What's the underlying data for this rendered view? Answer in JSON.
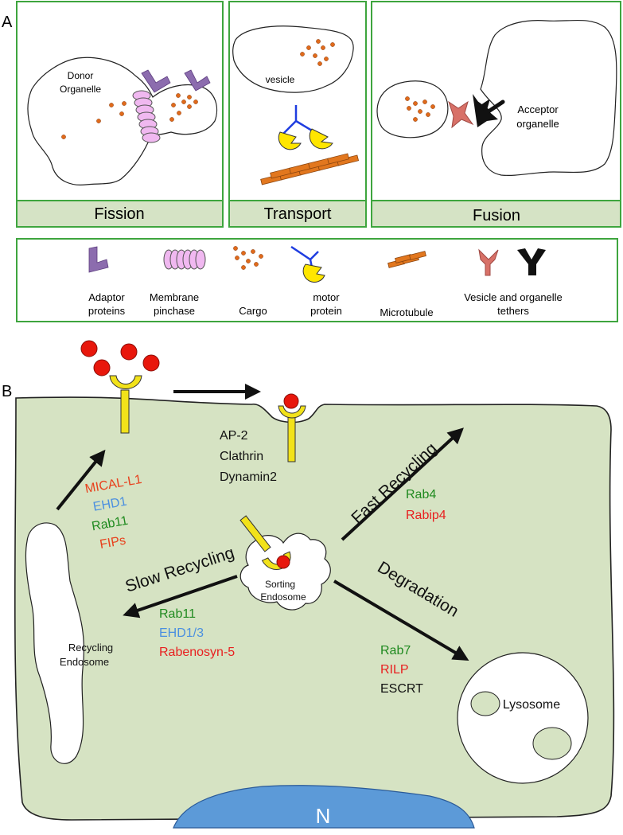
{
  "panel_a": {
    "letter": "A",
    "fission": {
      "caption": "Fission",
      "donor_line1": "Donor",
      "donor_line2": "Organelle"
    },
    "transport": {
      "caption": "Transport",
      "vesicle_label": "vesicle"
    },
    "fusion": {
      "caption": "Fusion",
      "acceptor_line1": "Acceptor",
      "acceptor_line2": "organelle"
    },
    "legend": {
      "adaptor_line1": "Adaptor",
      "adaptor_line2": "proteins",
      "pinchase_line1": "Membrane",
      "pinchase_line2": "pinchase",
      "cargo": "Cargo",
      "motor_line1": "motor",
      "motor_line2": "protein",
      "microtubule": "Microtubule",
      "tethers_line1": "Vesicle and organelle",
      "tethers_line2": "tethers"
    }
  },
  "panel_b": {
    "letter": "B",
    "endocytosis_factors": [
      "AP-2",
      "Clathrin",
      "Dynamin2"
    ],
    "recycling_factors": [
      {
        "text": "MICAL-L1",
        "color": "#e8401c"
      },
      {
        "text": "EHD1",
        "color": "#4a8fe0"
      },
      {
        "text": "Rab11",
        "color": "#1f8a1f"
      },
      {
        "text": "FIPs",
        "color": "#e8401c"
      }
    ],
    "fast_recycling": {
      "label": "Fast Recycling",
      "factors": [
        {
          "text": "Rab4",
          "color": "#1f8a1f"
        },
        {
          "text": "Rabip4",
          "color": "#e82020"
        }
      ]
    },
    "slow_recycling": {
      "label": "Slow Recycling",
      "factors": [
        {
          "text": "Rab11",
          "color": "#1f8a1f"
        },
        {
          "text": "EHD1/3",
          "color": "#4a8fe0"
        },
        {
          "text": "Rabenosyn-5",
          "color": "#e82020"
        }
      ]
    },
    "degradation": {
      "label": "Degradation",
      "factors": [
        {
          "text": "Rab7",
          "color": "#1f8a1f"
        },
        {
          "text": "RILP",
          "color": "#e82020"
        },
        {
          "text": "ESCRT",
          "color": "#111111"
        }
      ]
    },
    "sorting_line1": "Sorting",
    "sorting_line2": "Endosome",
    "recycling_line1": "Recycling",
    "recycling_line2": "Endosome",
    "lysosome": "Lysosome",
    "nucleus": "N"
  },
  "colors": {
    "panel_border": "#3ea53e",
    "caption_fill": "#d5e3c5",
    "cell_fill": "#d6e3c3",
    "cargo": "#e06a1b",
    "adaptor": "#8c6cae",
    "pinchase": "#f0b8f0",
    "motor": "#ffe600",
    "motor_stalk": "#1f3de0",
    "microtubule": "#e2771e",
    "tether_vesicle": "#d87168",
    "tether_organelle": "#111111",
    "ligand": "#e8170c",
    "receptor": "#f2e21a",
    "nucleus": "#5c9ad8"
  }
}
